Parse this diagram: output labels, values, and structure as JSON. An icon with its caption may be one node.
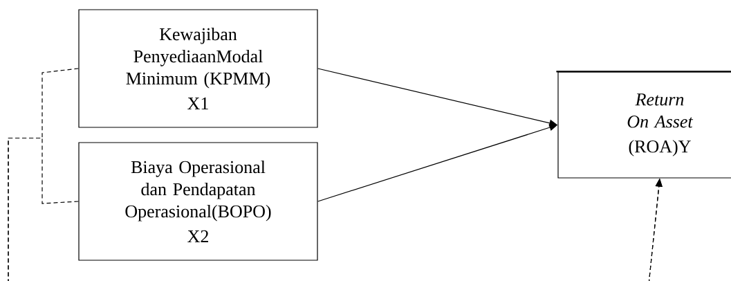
{
  "diagram": {
    "nodes": [
      {
        "text": [
          "Kewajiban PenyediaanModal Minimum (KPMM)",
          "X1"
        ]
      },
      {
        "text": [
          "Biaya Operasional dan Pendapatan Operasional(BOPO)",
          "X2"
        ]
      },
      {
        "text": [
          "Return On Asset",
          "(ROA)Y"
        ]
      }
    ],
    "edges": [
      {
        "from": 0,
        "to": 2,
        "arrow": "to"
      },
      {
        "from": 1,
        "to": 2,
        "arrow": "to"
      },
      {
        "from": 0,
        "to": 2,
        "arrow": "to",
        "style": "dashed"
      },
      {
        "from": 1,
        "to": 2,
        "arrow": "to",
        "style": "dashed"
      }
    ]
  }
}
